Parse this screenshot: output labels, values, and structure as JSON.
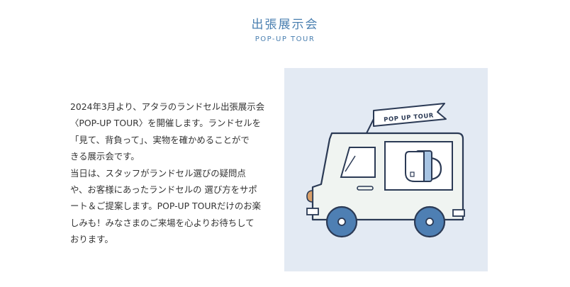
{
  "header": {
    "title": "出張展示会",
    "subtitle": "POP-UP TOUR"
  },
  "description": {
    "lines": [
      "2024年3月より、アタラのランドセル出張展示会",
      "〈POP-UP TOUR〉を開催します。ランドセルを",
      "「見て、背負って」、実物を確かめることがで",
      "きる展示会です。",
      "当日は、スタッフがランドセル選びの疑問点",
      "や、お客様にあったランドセルの 選び方をサポ",
      "ート＆ご提案します。POP-UP TOURだけのお楽",
      "しみも！みなさまのご来場を心よりお待ちして",
      "おります。"
    ]
  },
  "illustration": {
    "flag_text": "POP UP TOUR",
    "colors": {
      "background": "#e3eaf3",
      "outline": "#2b3a55",
      "truck_body": "#f0f4f1",
      "wheel": "#4e7fb3",
      "accent_orange": "#d9a06a",
      "window": "#ffffff",
      "backpack": "#a7c4e3"
    }
  },
  "colors": {
    "accent": "#4a7fb0",
    "text": "#333333"
  }
}
